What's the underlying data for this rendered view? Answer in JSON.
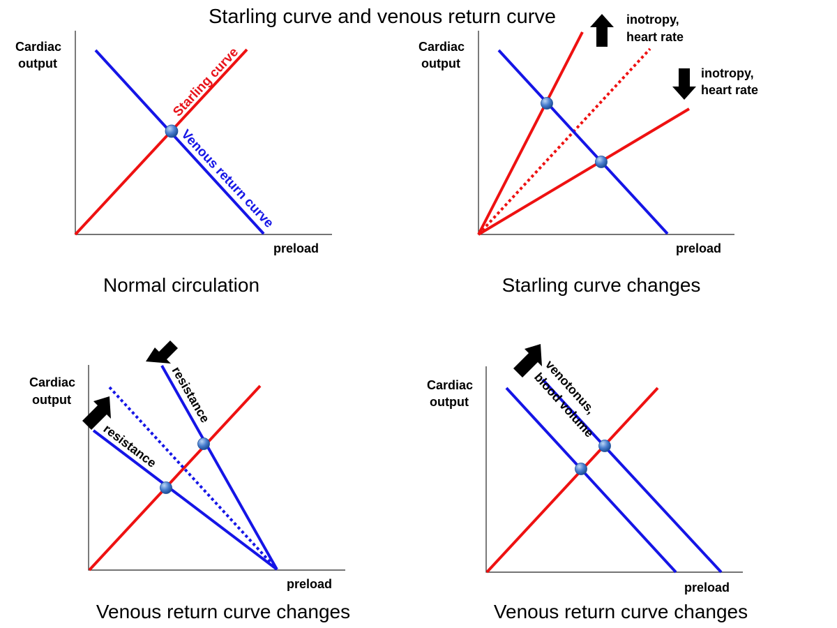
{
  "title": "Starling curve and venous return curve",
  "axes": {
    "y_line1": "Cardiac",
    "y_line2": "output",
    "x": "preload"
  },
  "colors": {
    "starling": "#ee1111",
    "venous": "#1515e6",
    "point": "#4a7fcf"
  },
  "panels": {
    "normal": {
      "caption": "Normal circulation",
      "starling_label": "Starling curve",
      "venous_label": "Venous return curve"
    },
    "starling": {
      "caption": "Starling curve changes",
      "up_label_1": "inotropy,",
      "up_label_2": "heart rate",
      "down_label_1": "inotropy,",
      "down_label_2": "heart rate"
    },
    "resistance": {
      "caption": "Venous return curve changes",
      "upper_label": "resistance",
      "lower_label": "resistance"
    },
    "volume": {
      "caption": "Venous return curve changes",
      "label_1": "venotonus,",
      "label_2": "blood volume"
    }
  }
}
